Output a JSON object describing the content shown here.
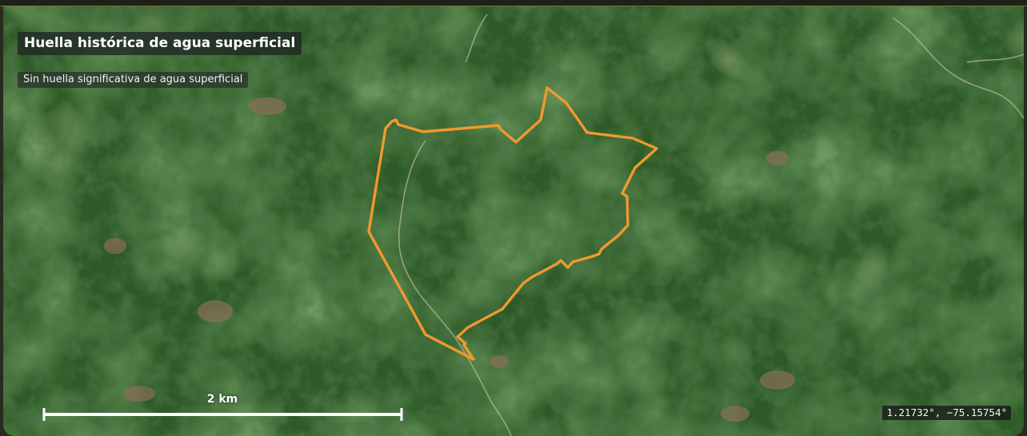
{
  "title": "Huella histórica de agua superficial",
  "subtitle": "Sin huella significativa de agua superficial",
  "scale_bar": {
    "label": "2 km"
  },
  "coordinates": "1.21732°, −75.15754°",
  "colors": {
    "boundary": "#f0992e",
    "scale_bar": "#ffffff",
    "vegetation_dark": "#1f4a1f",
    "vegetation_light": "#6b8a3c",
    "frame_accent": "#8a6a2e"
  },
  "icons": {
    "map_layer": "satellite-imagery",
    "boundary": "parcel-boundary-outline"
  }
}
